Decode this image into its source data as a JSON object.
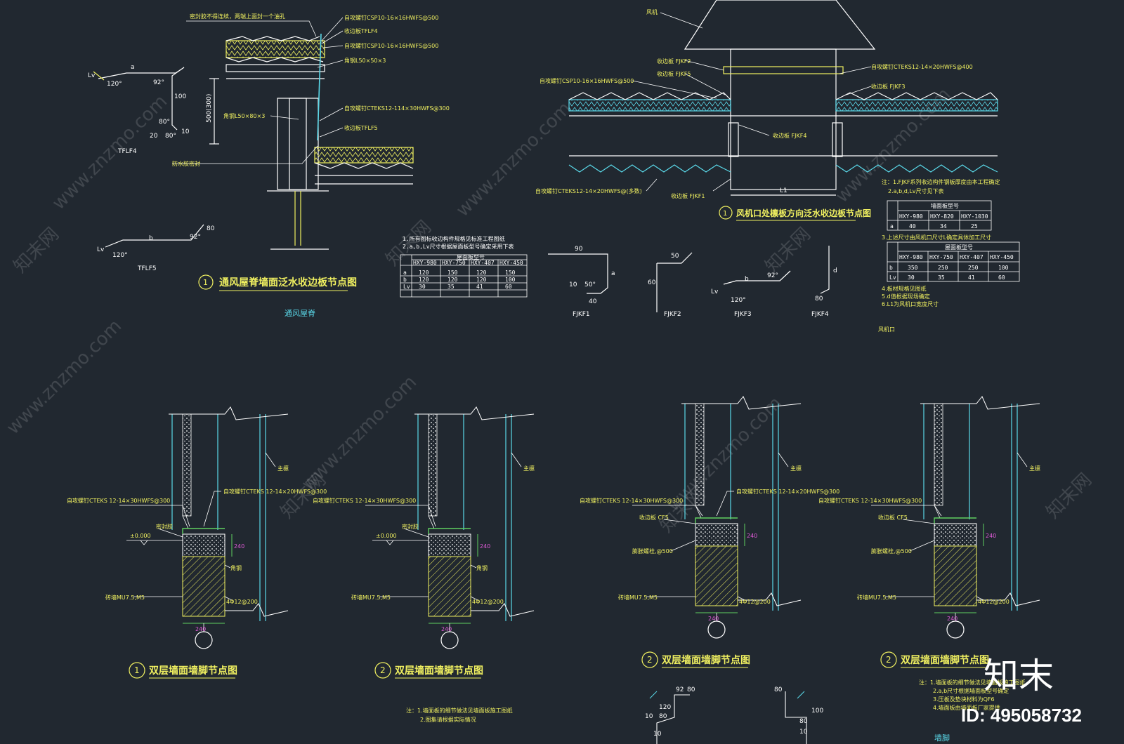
{
  "colors": {
    "background": "#212830",
    "yellow": "#f0f060",
    "white": "#ffffff",
    "cyan": "#5ad8e8",
    "magenta": "#e05ad8",
    "green": "#60d060"
  },
  "watermarks": {
    "text1": "www.znzmo.com",
    "text2": "知末网",
    "brand": "知末",
    "id": "ID: 495058732"
  },
  "detail1": {
    "title": "通风屋脊墙面泛水收边板节点图",
    "num": "1",
    "subtitle": "通风屋脊",
    "labels": [
      "自攻螺钉CSP10-16×16HWFS@500",
      "收边板TFLF4",
      "自攻螺钉CSP10-16×16HWFS@500",
      "角钢L50×50×3",
      "自攻螺钉CTEKS12-114×30HWFS@300",
      "角钢L50×80×3",
      "收边板TFLF5",
      "防水胶密封",
      "密封胶不得连续，两端上面封一个油孔"
    ],
    "part_tflf4": "TFLF4",
    "part_tflf5": "TFLF5",
    "dims_tflf4": [
      "a",
      "Lv",
      "120°",
      "92°",
      "100",
      "80°",
      "20",
      "80°",
      "10"
    ],
    "dims_tflf5": [
      "Lv",
      "120°",
      "b",
      "92°",
      "80"
    ],
    "height_dim": "500(300)"
  },
  "table1": {
    "notes": [
      "1.所有图标收边构件规格见标准工程图纸",
      "2.a,b,Lv尺寸根据屋面板型号确定采用下表"
    ],
    "header": [
      "",
      "HXY-980",
      "HXY-750",
      "HXY-407",
      "HXY-450"
    ],
    "caption": "屋面板型号",
    "rows": [
      [
        "a",
        "120",
        "150",
        "120",
        "150"
      ],
      [
        "b",
        "120",
        "120",
        "120",
        "100"
      ],
      [
        "Lv",
        "30",
        "35",
        "41",
        "60"
      ]
    ]
  },
  "detail2": {
    "title": "风机口处檩板方向泛水收边板节点图",
    "num": "1",
    "subtitle": "风机口",
    "top_label": "风机",
    "labels": [
      "收边板 FJKF2",
      "收边板 FJKF5",
      "自攻螺钉CSP10-16×16HWFS@500",
      "自攻螺钉CTEKS12-14×20HWFS@400",
      "收边板 FJKF3",
      "收边板 FJKF4",
      "自攻螺钉CTEKS12-14×20HWFS@(多数)",
      "收边板 FJKF1"
    ],
    "span": "L1",
    "parts": [
      "FJKF1",
      "FJKF2",
      "FJKF3",
      "FJKF4"
    ],
    "dims": {
      "fjkf1": [
        "90",
        "10",
        "50°",
        "40",
        "a"
      ],
      "fjkf2": [
        "50",
        "60"
      ],
      "fjkf3": [
        "Lv",
        "b",
        "92°",
        "120°"
      ],
      "fjkf4": [
        "d",
        "80"
      ]
    }
  },
  "table2": {
    "notes": [
      "注：1.FJKF系列收边构件钢板厚度由本工程确定",
      "2.a,b,d,Lv尺寸见下表"
    ],
    "t1_caption": "墙面板型号",
    "t1_header": [
      "HXY-980",
      "HXY-820",
      "HXY-1030"
    ],
    "t1_rows": [
      [
        "a",
        "40",
        "34",
        "25"
      ]
    ],
    "t1_note": "3.上述尺寸由风机口尺寸L确定具体加工尺寸",
    "t2_caption": "屋面板型号",
    "t2_header": [
      "HXY-980",
      "HXY-750",
      "HXY-407",
      "HXY-450"
    ],
    "t2_rows": [
      [
        "b",
        "350",
        "250",
        "250",
        "100"
      ],
      [
        "Lv",
        "30",
        "35",
        "41",
        "60"
      ]
    ],
    "extra_notes": [
      "4.板材规格见图纸",
      "5.d值根据现场确定",
      "6.L1为风机口宽度尺寸"
    ]
  },
  "wall_details": [
    {
      "num": "1",
      "title": "双层墙面墙脚节点图",
      "labels": {
        "screw": "自攻螺钉CTEKS 12-14×30HWFS@300",
        "screw2": "自攻螺钉CTEKS 12-14×20HWFS@300",
        "level": "±0.000",
        "seal": "密封胶",
        "angle": "角钢",
        "brick": "砖墙MU7.5,M5",
        "rebar": "4Φ12@200",
        "main": "主檩",
        "h240": "240",
        "w240": "240"
      }
    },
    {
      "num": "2",
      "title": "双层墙面墙脚节点图",
      "labels": {
        "screw": "自攻螺钉CTEKS 12-14×30HWFS@300",
        "level": "±0.000",
        "seal": "密封胶",
        "angle": "角钢",
        "brick": "砖墙MU7.5,M5",
        "rebar": "4Φ12@200",
        "main": "主檩",
        "h240": "240",
        "w240": "240"
      },
      "notes": [
        "注：1.墙面板的细节做法见墙面板施工图纸",
        "2.图集请根据实际情况"
      ]
    },
    {
      "num": "2",
      "title": "双层墙面墙脚节点图",
      "labels": {
        "screw": "自攻螺钉CTEKS 12-14×30HWFS@300",
        "screw2": "自攻螺钉CTEKS 12-14×20HWFS@300",
        "cf": "收边板 CF5",
        "bolt": "膨胀螺栓,@500",
        "brick": "砖墙MU7.5,M5",
        "rebar": "4Φ12@200",
        "main": "主檩",
        "h240": "240",
        "w240": "240"
      },
      "profile_dims_left": [
        "92",
        "80",
        "120",
        "10",
        "80",
        "10"
      ],
      "profile_dims_right": [
        "80",
        "100",
        "80",
        "10"
      ]
    },
    {
      "num": "2",
      "title": "双层墙面墙脚节点图",
      "labels": {
        "screw": "自攻螺钉CTEKS 12-14×30HWFS@300",
        "cf": "收边板 CF5",
        "bolt": "膨胀螺栓,@500",
        "brick": "砖墙MU7.5,M5",
        "rebar": "4Φ12@200",
        "main": "主檩",
        "h240": "240",
        "w240": "240"
      },
      "notes": [
        "注：1.墙面板的细节做法见墙面板施工图纸",
        "2.a,b尺寸根据墙面板型号确定",
        "3.压板及垫块材料为QF6",
        "4.墙面板由墙面板厂家提供"
      ],
      "footer": "墙脚"
    }
  ]
}
